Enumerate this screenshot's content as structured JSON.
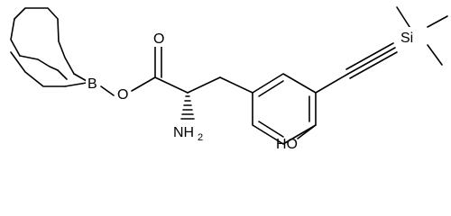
{
  "molecule": {
    "atoms": {
      "boron": "B",
      "ester_oxygen": "O",
      "carbonyl_oxygen": "O",
      "amine_main": "NH",
      "amine_sub": "2",
      "hydroxyl": "HO",
      "silicon": "Si"
    }
  },
  "colors": {
    "bond": "#000000",
    "text": "#000000",
    "background": "#ffffff"
  }
}
